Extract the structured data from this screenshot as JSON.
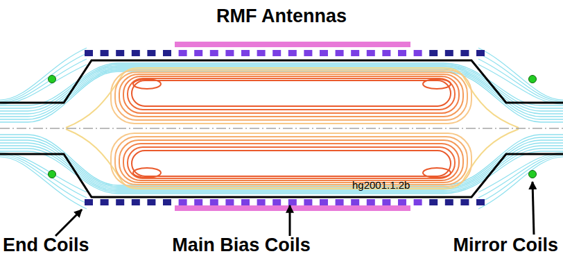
{
  "diagram": {
    "labels": [
      "RMF Antennas",
      "End Coils",
      "Main Bias Coils",
      "hg2001.1.2b",
      "Mirror Coils"
    ]
  }
}
